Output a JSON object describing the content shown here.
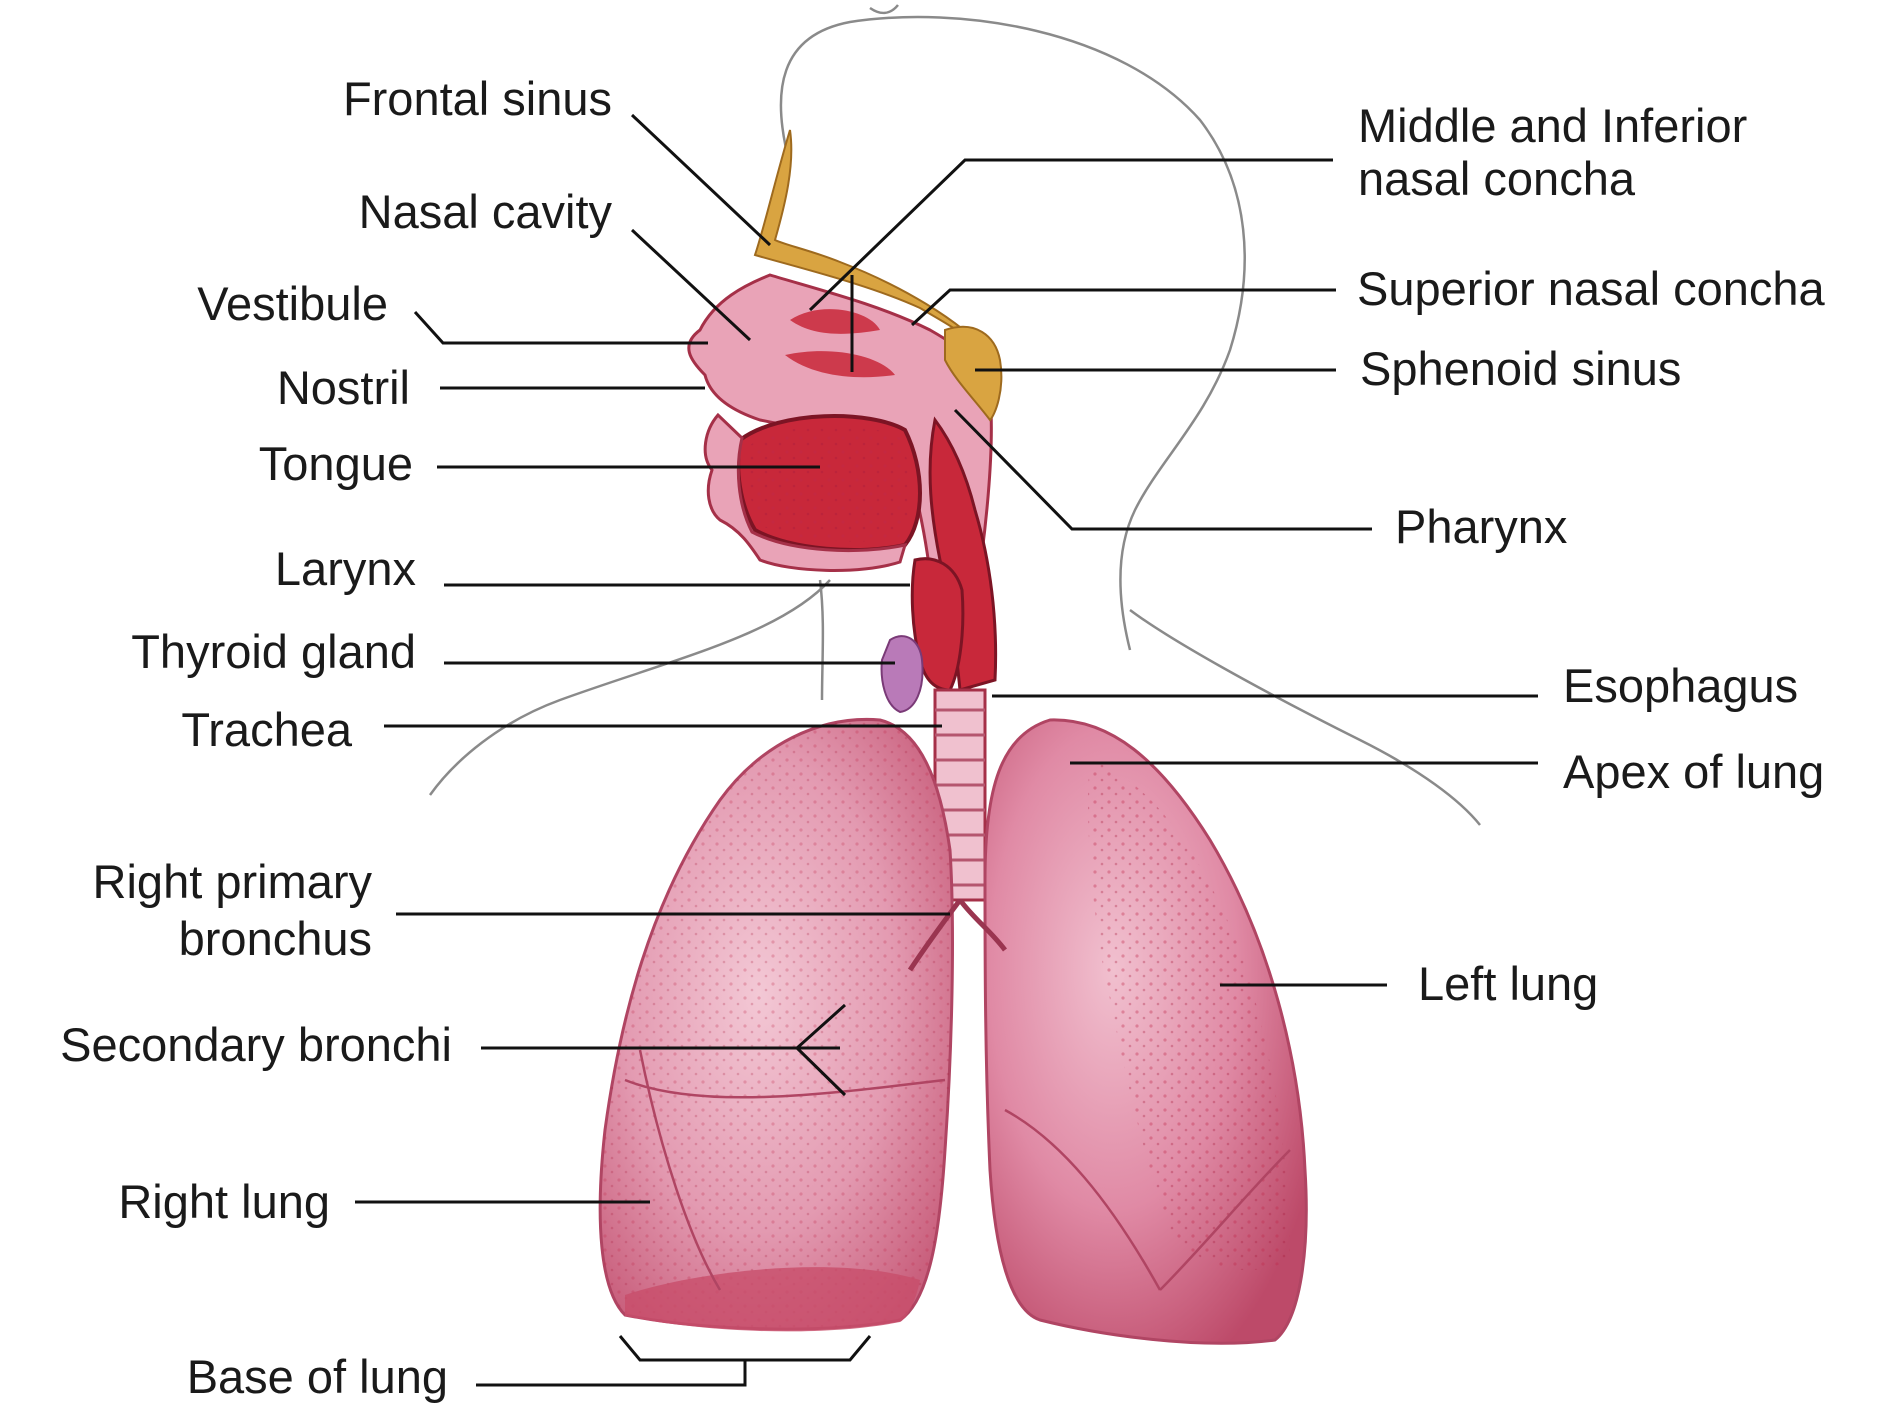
{
  "labels": {
    "frontal_sinus": "Frontal sinus",
    "nasal_cavity": "Nasal cavity",
    "vestibule": "Vestibule",
    "nostril": "Nostril",
    "tongue": "Tongue",
    "larynx": "Larynx",
    "thyroid_gland": "Thyroid gland",
    "trachea": "Trachea",
    "right_primary_bronchus_line1": "Right primary",
    "right_primary_bronchus_line2": "bronchus",
    "secondary_bronchi": "Secondary bronchi",
    "right_lung": "Right lung",
    "base_of_lung": "Base of lung",
    "middle_inferior_concha_line1": "Middle and Inferior",
    "middle_inferior_concha_line2": "nasal concha",
    "superior_nasal_concha": "Superior nasal concha",
    "sphenoid_sinus": "Sphenoid sinus",
    "pharynx": "Pharynx",
    "esophagus": "Esophagus",
    "apex_of_lung": "Apex of lung",
    "left_lung": "Left lung"
  },
  "colors": {
    "tissue_red": "#c8283a",
    "tissue_pink": "#e9a3b7",
    "lung_pink": "#e29ab0",
    "lung_shadow": "#b9405a",
    "bone_tan": "#d9a441",
    "outline_gray": "#8a8a8a",
    "text": "#1a1a1a"
  }
}
